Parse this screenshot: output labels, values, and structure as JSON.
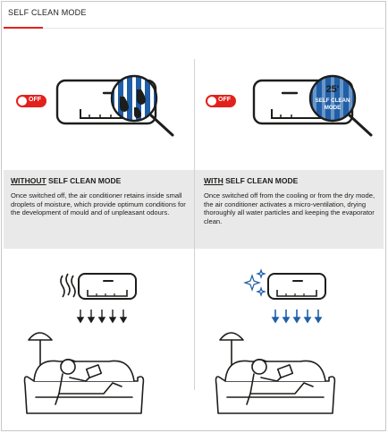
{
  "header": {
    "title": "SELF CLEAN MODE"
  },
  "left": {
    "badge": "OFF",
    "title_emph": "WITHOUT",
    "title_rest": " SELF CLEAN MODE",
    "body": "Once switched off, the air conditioner retains inside small droplets of moisture, which provide optimum conditions for the development of mould and of unpleasant odours."
  },
  "right": {
    "badge": "OFF",
    "lens_number": "25'",
    "lens_line1": "SELF CLEAN",
    "lens_line2": "MODE",
    "title_emph": "WITH",
    "title_rest": " SELF CLEAN MODE",
    "body": "Once switched off from the cooling or from the dry mode, the air conditioner activates a micro-ventilation,  drying thoroughly all water particles and keeping the evaporator clean."
  },
  "colors": {
    "accent": "#e2211c",
    "blue": "#1f5fa8",
    "band": "#e9e9e9",
    "ink": "#1d1d1b"
  },
  "icons": [
    "toggle-off-icon",
    "air-conditioner-icon",
    "magnifier-icon",
    "water-drop-icon",
    "sparkle-icon",
    "airflow-arrow-icon",
    "mould-wave-icon",
    "floor-lamp-icon",
    "person-on-sofa-icon"
  ]
}
